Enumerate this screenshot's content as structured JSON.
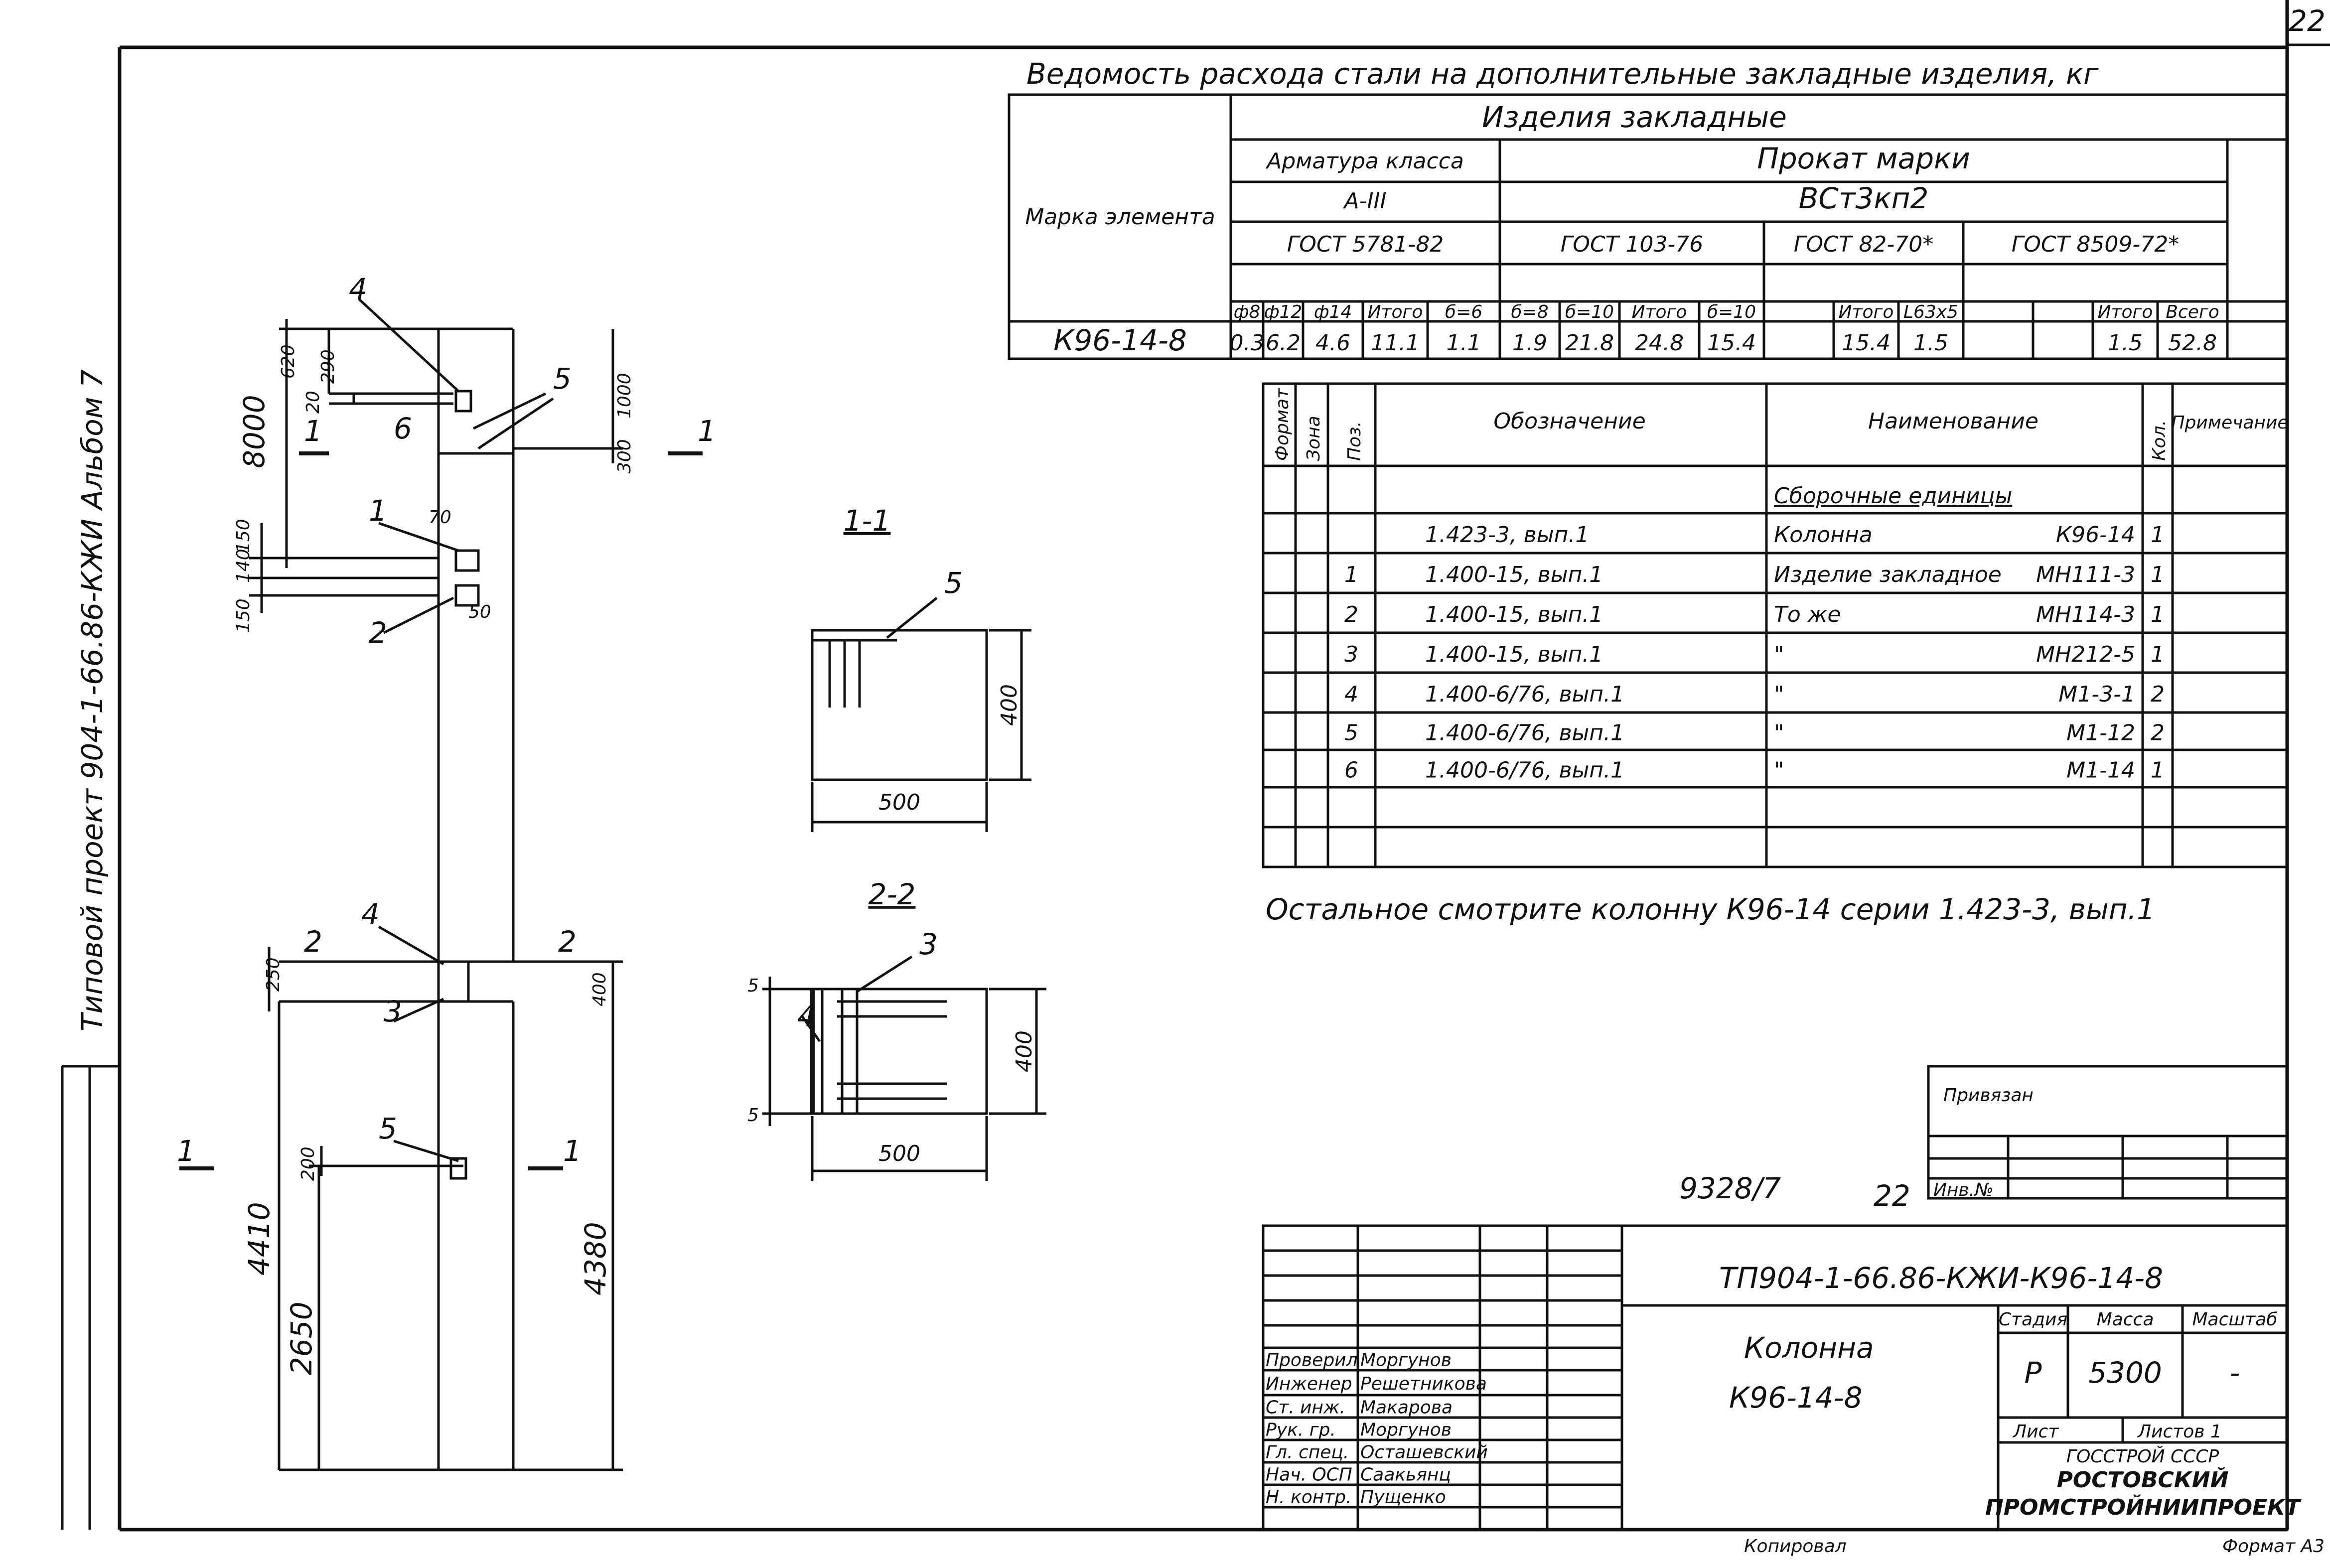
{
  "sheet_number": "22",
  "side_stamp": "Типовой проект 904-1-66.86-КЖИ Альбом 7",
  "consumption_title": "Ведомость расхода стали на дополнительные закладные изделия, кг",
  "consumption_table": {
    "mark_header": "Марка элемента",
    "group_header": "Изделия закладные",
    "armature_header": "Арматура класса",
    "armature_class": "А-III",
    "rolled_header": "Прокат марки",
    "rolled_grade": "ВСт3кп2",
    "gost_a": "ГОСТ 5781-82",
    "gost_b": "ГОСТ 103-76",
    "gost_c": "ГОСТ 82-70*",
    "gost_d": "ГОСТ 8509-72*",
    "cols": [
      "ф8",
      "ф12",
      "ф14",
      "Итого",
      "б=6",
      "б=8",
      "б=10",
      "Итого",
      "б=10",
      "",
      "Итого",
      "L63х5",
      "",
      "",
      "Итого",
      "Всего"
    ],
    "row": {
      "mark": "К96-14-8",
      "values": [
        "0.3",
        "6.2",
        "4.6",
        "11.1",
        "1.1",
        "1.9",
        "21.8",
        "24.8",
        "15.4",
        "",
        "15.4",
        "1.5",
        "",
        "",
        "1.5",
        "52.8"
      ]
    }
  },
  "spec_table": {
    "headers": {
      "format": "Формат",
      "zone": "Зона",
      "pos": "Поз.",
      "designation": "Обозначение",
      "name": "Наименование",
      "qty": "Кол.",
      "note": "Примечание"
    },
    "section_title": "Сборочные единицы",
    "rows": [
      {
        "pos": "",
        "designation": "1.423-3, вып.1",
        "name": "Колонна",
        "name2": "К96-14",
        "qty": "1"
      },
      {
        "pos": "1",
        "designation": "1.400-15, вып.1",
        "name": "Изделие закладное",
        "name2": "МН111-3",
        "qty": "1"
      },
      {
        "pos": "2",
        "designation": "1.400-15, вып.1",
        "name": "То же",
        "name2": "МН114-3",
        "qty": "1"
      },
      {
        "pos": "3",
        "designation": "1.400-15, вып.1",
        "name": "\"",
        "name2": "МН212-5",
        "qty": "1"
      },
      {
        "pos": "4",
        "designation": "1.400-6/76, вып.1",
        "name": "\"",
        "name2": "М1-3-1",
        "qty": "2"
      },
      {
        "pos": "5",
        "designation": "1.400-6/76, вып.1",
        "name": "\"",
        "name2": "М1-12",
        "qty": "2"
      },
      {
        "pos": "6",
        "designation": "1.400-6/76, вып.1",
        "name": "\"",
        "name2": "М1-14",
        "qty": "1"
      }
    ]
  },
  "note": "Остальное смотрите колонну К96-14 серии 1.423-3, вып.1",
  "elevation": {
    "labels": {
      "dim_8000": "8000",
      "dim_620": "620",
      "dim_290": "290",
      "dim_20": "20",
      "dim_1000": "1000",
      "dim_300": "300",
      "dim_150a": "150",
      "dim_140": "140",
      "dim_150b": "150",
      "dim_70": "70",
      "dim_50": "50",
      "dim_250": "250",
      "dim_400": "400",
      "dim_200": "200",
      "dim_4410": "4410",
      "dim_2650": "2650",
      "dim_4380": "4380",
      "pos1": "1",
      "pos2": "2",
      "pos3": "3",
      "pos4a": "4",
      "pos4b": "4",
      "pos5a": "5",
      "pos5b": "5",
      "pos6": "6",
      "cut1": "1",
      "cut2": "2"
    }
  },
  "section_11": {
    "title": "1-1",
    "pos": "5",
    "dim_w": "500",
    "dim_h": "400"
  },
  "section_22": {
    "title": "2-2",
    "pos3": "3",
    "pos4": "4",
    "dim_w": "500",
    "dim_h": "400",
    "dim_s": "5"
  },
  "title_block": {
    "bound_label": "Привязан",
    "inv_label": "Инв.№",
    "copy_num": "9328/7",
    "copy_sheet": "22",
    "doc_code": "ТП904-1-66.86-КЖИ-К96-14-8",
    "name": "Колонна",
    "name2": "К96-14-8",
    "stage_label": "Стадия",
    "mass_label": "Масса",
    "scale_label": "Масштаб",
    "stage": "Р",
    "mass": "5300",
    "scale": "-",
    "sheet_label": "Лист",
    "sheets_label": "Листов 1",
    "org1": "ГОССТРОЙ СССР",
    "org2": "РОСТОВСКИЙ",
    "org3": "ПРОМСТРОЙНИИПРОЕКТ",
    "signers": [
      {
        "role": "Проверил",
        "name": "Моргунов"
      },
      {
        "role": "Инженер",
        "name": "Решетникова"
      },
      {
        "role": "Ст. инж.",
        "name": "Макарова"
      },
      {
        "role": "Рук. гр.",
        "name": "Моргунов"
      },
      {
        "role": "Гл. спец.",
        "name": "Осташевский"
      },
      {
        "role": "Нач. ОСП",
        "name": "Саакьянц"
      },
      {
        "role": "Н. контр.",
        "name": "Пущенко"
      }
    ],
    "copied": "Копировал",
    "format": "Формат А3"
  }
}
